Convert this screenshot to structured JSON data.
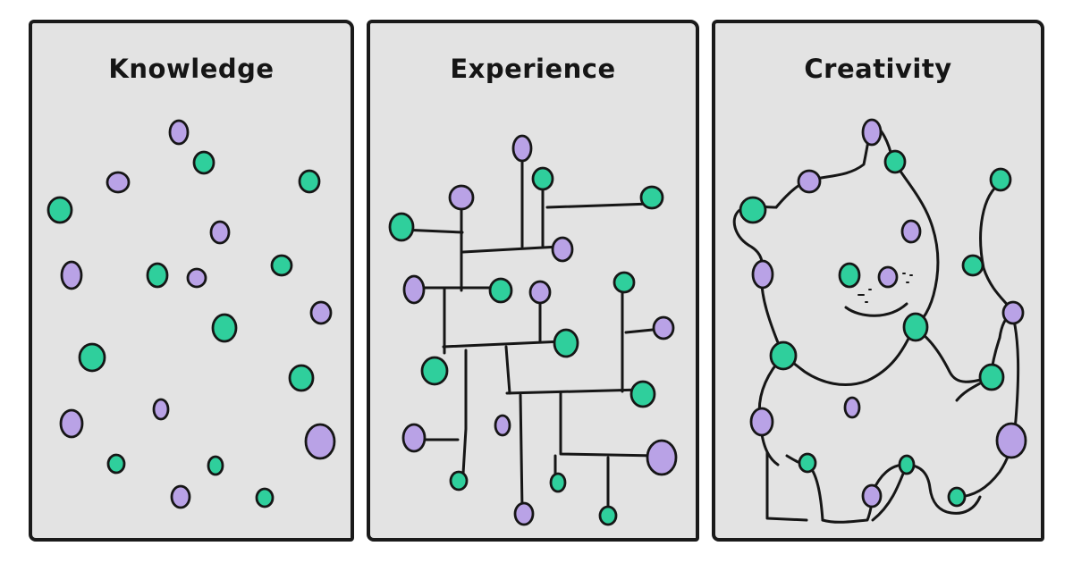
{
  "panels": [
    {
      "id": "knowledge",
      "title": "Knowledge"
    },
    {
      "id": "experience",
      "title": "Experience"
    },
    {
      "id": "creativity",
      "title": "Creativity"
    }
  ],
  "colors": {
    "purple_dot": "#b9a2e6",
    "green_dot": "#2fcf9c",
    "panel_bg": "#e3e3e3",
    "outline": "#161616"
  }
}
